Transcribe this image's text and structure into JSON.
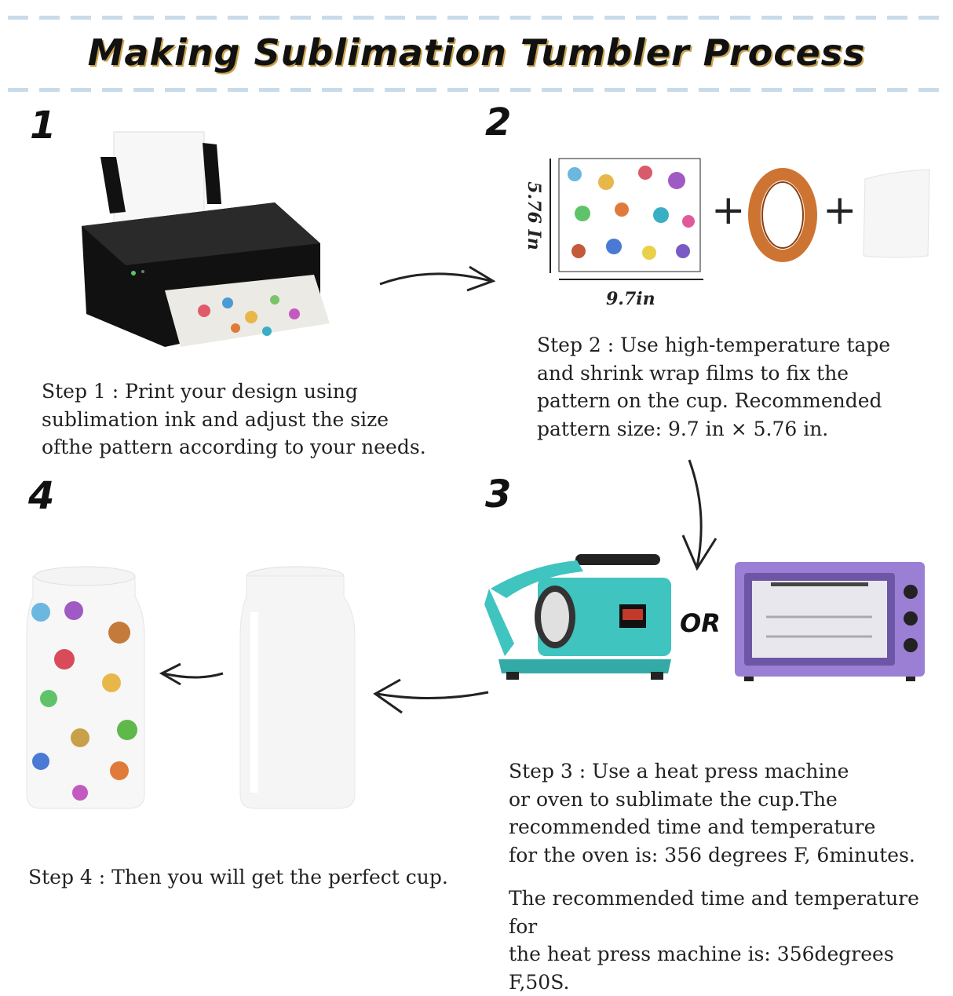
{
  "title": "Making Sublimation Tumbler Process",
  "steps": [
    {
      "number": "1",
      "text": [
        "Step 1 : Print your design using",
        "sublimation ink and adjust the size",
        "ofthe pattern according to your needs."
      ]
    },
    {
      "number": "2",
      "text": [
        "Step 2 : Use high-temperature tape",
        "and shrink wrap films to fix the",
        "pattern on the cup. Recommended",
        "pattern size: 9.7 in × 5.76 in."
      ]
    },
    {
      "number": "3",
      "text": [
        "Step 3 : Use a heat press machine",
        "or oven to sublimate the cup.The",
        "recommended time and temperature",
        "for the oven is: 356 degrees F, 6minutes."
      ],
      "note": [
        "The recommended time and temperature for",
        "the heat press machine is: 356degrees F,50S."
      ]
    },
    {
      "number": "4",
      "text": [
        "Step 4 : Then you will get the perfect cup."
      ]
    }
  ],
  "pattern": {
    "width_label": "9.7in",
    "height_label": "5.76 In"
  },
  "plus": "+",
  "or": "OR",
  "colors": {
    "title_shadow": "#c9a24a",
    "dash": "#c8dbea",
    "heat_press": "#3fc4c0",
    "oven": "#9b7fd4",
    "tape": "#c9651d"
  }
}
